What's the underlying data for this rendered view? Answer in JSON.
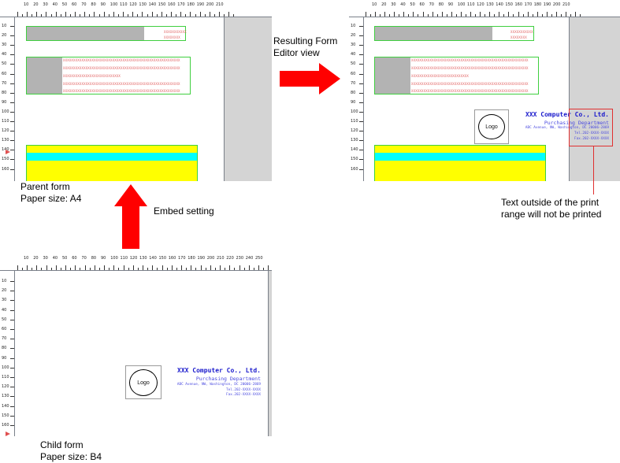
{
  "diagram": {
    "labels": {
      "resulting_form_line1": "Resulting Form",
      "resulting_form_line2": "Editor view",
      "parent_form_line1": "Parent form",
      "parent_form_line2": "Paper size: A4",
      "embed_setting": "Embed setting",
      "child_form_line1": "Child form",
      "child_form_line2": "Paper size: B4",
      "print_note_line1": "Text outside of the print",
      "print_note_line2": "range will not be printed"
    },
    "rulers": {
      "a4_horizontal": [
        "10",
        "20",
        "30",
        "40",
        "50",
        "60",
        "70",
        "80",
        "90",
        "100",
        "110",
        "120",
        "130",
        "140",
        "150",
        "160",
        "170",
        "180",
        "190",
        "200",
        "210"
      ],
      "b4_horizontal": [
        "10",
        "20",
        "30",
        "40",
        "50",
        "60",
        "70",
        "80",
        "90",
        "100",
        "110",
        "120",
        "130",
        "140",
        "150",
        "160",
        "170",
        "180",
        "190",
        "200",
        "210",
        "220",
        "230",
        "240",
        "250"
      ],
      "parent_vertical": [
        "10",
        "20",
        "30",
        "40",
        "50",
        "60",
        "70",
        "80",
        "90",
        "100",
        "110",
        "120",
        "130",
        "140",
        "150",
        "160"
      ],
      "child_vertical": [
        "10",
        "20",
        "30",
        "40",
        "50",
        "60",
        "70",
        "80",
        "90",
        "100",
        "110",
        "120",
        "130",
        "140",
        "150",
        "160"
      ]
    },
    "form_content": {
      "header_xs": [
        "XXXXXXXXXXX",
        "XXXXXXXX"
      ],
      "detail_xs": [
        "XXXXXXXXXXXXXXXXXXXXXXXXXXXXXXXXXXXXXXXXXXXXXXXXXXXXXXXXX",
        "XXXXXXXXXXXXXXXXXXXXXXXXXXXXXXXXXXXXXXXXXXXXXXXXXXXXXXXXX",
        "XXXXXXXXXXXXXXXXXXXXXXXXXXXX",
        "XXXXXXXXXXXXXXXXXXXXXXXXXXXXXXXXXXXXXXXXXXXXXXXXXXXXXXXXX",
        "XXXXXXXXXXXXXXXXXXXXXXXXXXXXXXXXXXXXXXXXXXXXXXXXXXXXXXXXX"
      ]
    },
    "letterhead": {
      "logo": "Logo",
      "company": "XXX Computer Co., Ltd.",
      "department": "Purchasing Department",
      "address": "ABC Avenue, NW, Washington, DC 20006-2869",
      "tel": "Tel.202-XXXX-XXXX",
      "fax": "Fax.202-XXXX-XXXX"
    },
    "colors": {
      "arrow": "#ff0000",
      "green_border": "#3fcf3f",
      "band_yellow": "#ffff00",
      "band_cyan": "#00ffff",
      "placeholder_text": "#e05a5a",
      "letterhead_text": "#1a1acc"
    }
  }
}
